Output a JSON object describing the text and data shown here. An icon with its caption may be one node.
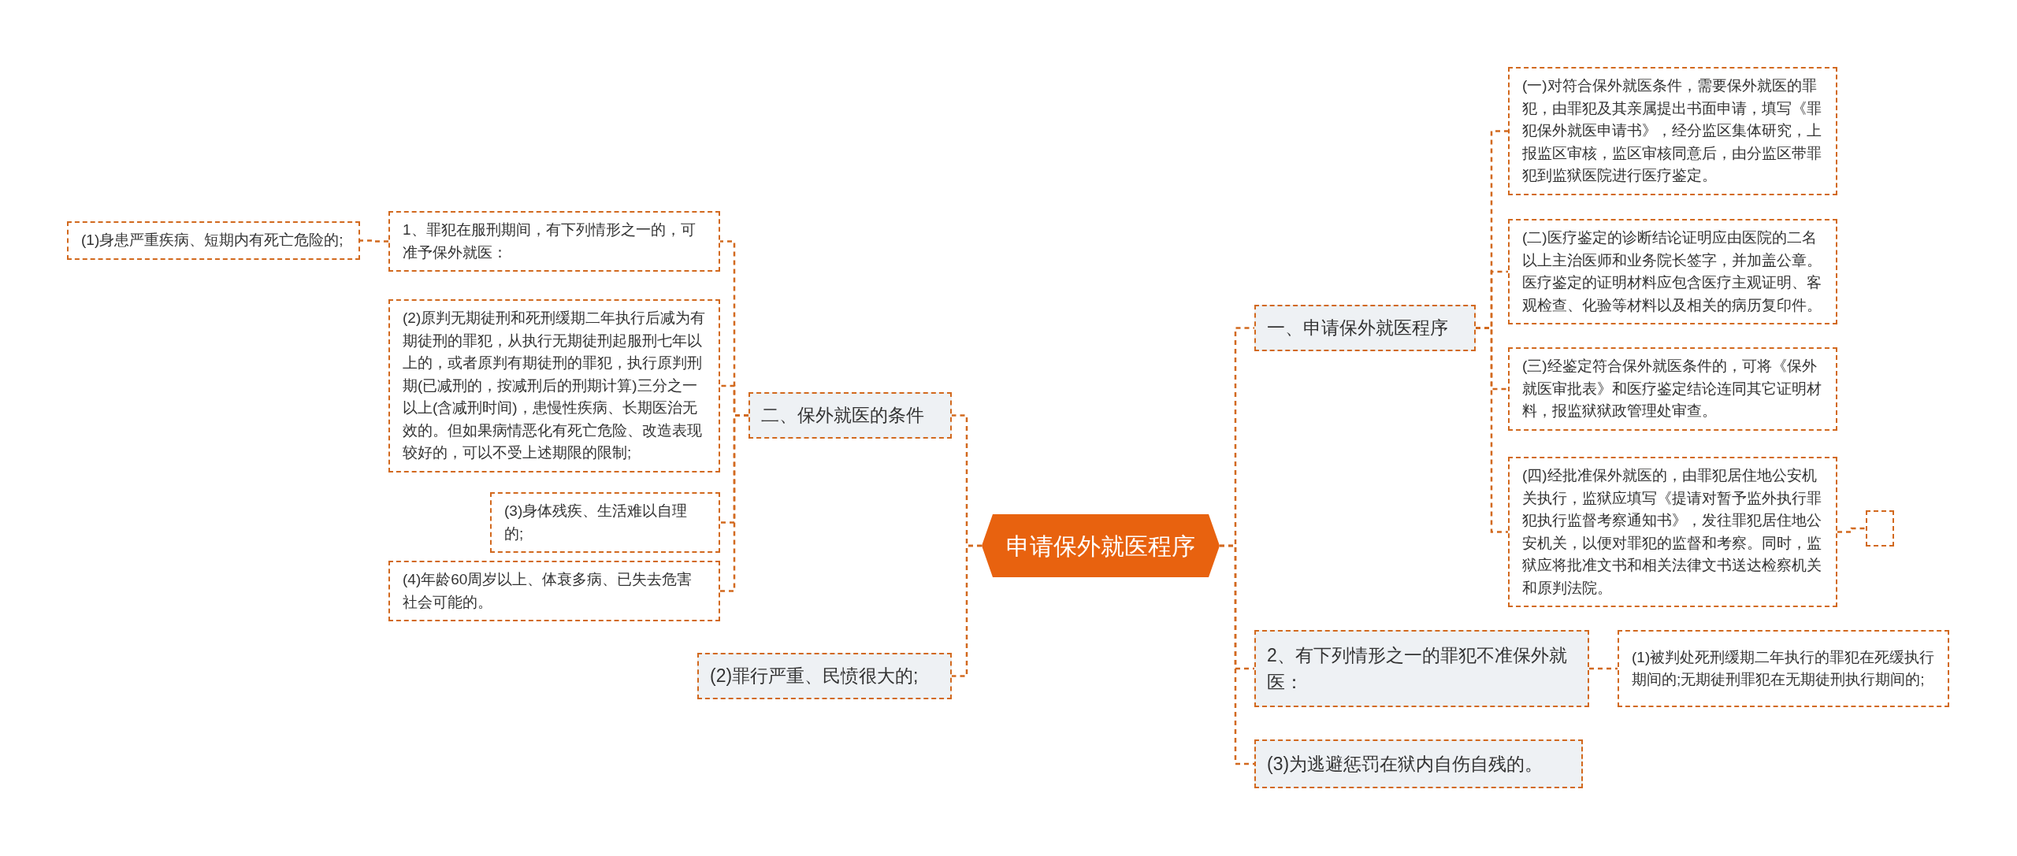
{
  "diagram": {
    "nodes": [
      {
        "text": [
          "申请保外就医程序"
        ]
      },
      {
        "text": [
          "二、保外就医的条件"
        ]
      },
      {
        "text": [
          "1、罪犯在服刑期间，有下列情形之一的，可准予保外就医："
        ]
      },
      {
        "text": [
          "(1)身患严重疾病、短期内有死亡危险的;"
        ]
      },
      {
        "text": [
          "(2)原判无期徒刑和死刑缓期二年执行后减为有期徒刑的罪犯，从执行无期徒刑起服刑七年以上的，或者原判有期徒刑的罪犯，执行原判刑期(已减刑的，按减刑后的刑期计算)三分之一以上(含减刑时间)，患慢性疾病、长期医治无效的。但如果病情恶化有死亡危险、改造表现较好的，可以不受上述期限的限制;"
        ]
      },
      {
        "text": [
          "(3)身体残疾、生活难以自理的;"
        ]
      },
      {
        "text": [
          "(4)年龄60周岁以上、体衰多病、已失去危害社会可能的。"
        ]
      },
      {
        "text": [
          "(2)罪行严重、民愤很大的;"
        ]
      },
      {
        "text": [
          "一、申请保外就医程序"
        ]
      },
      {
        "text": [
          "(一)对符合保外就医条件，需要保外就医的罪犯，由罪犯及其亲属提出书面申请，填写《罪犯保外就医申请书》，经分监区集体研究，上报监区审核，监区审核同意后，由分监区带罪犯到监狱医院进行医疗鉴定。"
        ]
      },
      {
        "text": [
          "(二)医疗鉴定的诊断结论证明应由医院的二名以上主治医师和业务院长签字，并加盖公章。医疗鉴定的证明材料应包含医疗主观证明、客观检查、化验等材料以及相关的病历复印件。"
        ]
      },
      {
        "text": [
          "(三)经鉴定符合保外就医条件的，可将《保外就医审批表》和医疗鉴定结论连同其它证明材料，报监狱狱政管理处审查。"
        ]
      },
      {
        "text": [
          "(四)经批准保外就医的，由罪犯居住地公安机关执行，监狱应填写《提请对暂予监外执行罪犯执行监督考察通知书》，发往罪犯居住地公安机关，以便对罪犯的监督和考察。同时，监狱应将批准文书和相关法律文书送达检察机关和原判法院。"
        ]
      },
      {
        "text": [],
        "shape": "box"
      },
      {
        "text": [
          "2、有下列情形之一的罪犯不准保外就医："
        ]
      },
      {
        "text": [
          "(1)被判处死刑缓期二年执行的罪犯在死缓执行期间的;无期徒刑罪犯在无期徒刑执行期间的;"
        ]
      },
      {
        "text": [
          "(3)为逃避惩罚在狱内自伤自残的。"
        ]
      }
    ],
    "edges": [
      {
        "from": 0,
        "to": 1,
        "arrow": "none"
      },
      {
        "from": 0,
        "to": 7,
        "arrow": "none"
      },
      {
        "from": 1,
        "to": 2,
        "arrow": "none"
      },
      {
        "from": 1,
        "to": 4,
        "arrow": "none"
      },
      {
        "from": 1,
        "to": 5,
        "arrow": "none"
      },
      {
        "from": 1,
        "to": 6,
        "arrow": "none"
      },
      {
        "from": 2,
        "to": 3,
        "arrow": "none"
      },
      {
        "from": 0,
        "to": 8,
        "arrow": "none"
      },
      {
        "from": 8,
        "to": 9,
        "arrow": "none"
      },
      {
        "from": 8,
        "to": 10,
        "arrow": "none"
      },
      {
        "from": 8,
        "to": 11,
        "arrow": "none"
      },
      {
        "from": 8,
        "to": 12,
        "arrow": "none"
      },
      {
        "from": 12,
        "to": 13,
        "arrow": "none"
      },
      {
        "from": 0,
        "to": 14,
        "arrow": "none"
      },
      {
        "from": 14,
        "to": 15,
        "arrow": "none"
      },
      {
        "from": 0,
        "to": 16,
        "arrow": "none"
      }
    ]
  }
}
